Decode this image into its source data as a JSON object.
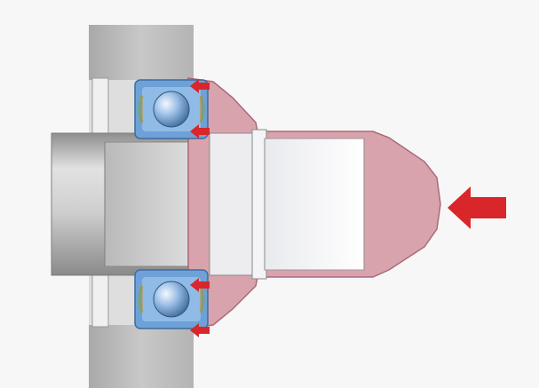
{
  "diagram": {
    "components": [
      "housing",
      "shaft",
      "bearing-upper",
      "bearing-lower",
      "mounting-sleeve",
      "mounting-cap",
      "force-arrow",
      "bearing-force-arrows"
    ],
    "colors": {
      "background": "#f7f7f7",
      "housing": "#bdbdbd",
      "shaft": "#c4c4c4",
      "bearing_ring": "#6ea1d8",
      "ball": "#8fb3dc",
      "sleeve_fill": "#ffffff",
      "cap_fill": "#d9a3ad",
      "cap_stroke": "#a86a77",
      "arrow": "#d9262a",
      "seal": "#7fa36a"
    },
    "icons": [
      "red-arrow-right-to-left"
    ]
  },
  "watermark": ""
}
